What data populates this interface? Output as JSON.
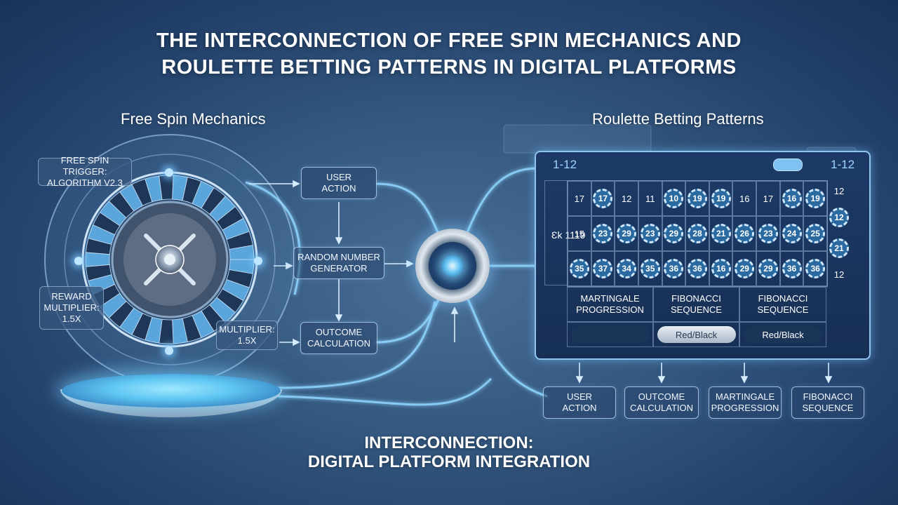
{
  "title": {
    "line1": "THE INTERCONNECTION OF FREE SPIN MECHANICS AND",
    "line2": "ROULETTE BETTING PATTERNS IN DIGITAL PLATFORMS"
  },
  "left_section": {
    "title": "Free Spin Mechanics",
    "trigger_label": {
      "line1": "FREE SPIN TRIGGER:",
      "line2": "ALGORITHM v2.3"
    },
    "reward_label": {
      "line1": "REWARD",
      "line2": "MULTIPLIER:",
      "line3": "1.5x"
    },
    "multiplier_label": {
      "line1": "MULTIPLIER:",
      "line2": "1.5x"
    }
  },
  "flow": {
    "user_action": {
      "line1": "USER",
      "line2": "ACTION"
    },
    "rng": {
      "line1": "RANDOM NUMBER",
      "line2": "GENERATOR"
    },
    "outcome": {
      "line1": "OUTCOME",
      "line2": "CALCULATION"
    }
  },
  "right_section": {
    "title": "Roulette Betting Patterns",
    "corner_left": "1-12",
    "corner_right": "1-12",
    "strip_label": "Ɛk 1119",
    "grid": [
      [
        {
          "t": "17",
          "c": false
        },
        {
          "t": "17",
          "c": true
        },
        {
          "t": "12",
          "c": false
        },
        {
          "t": "11",
          "c": false
        },
        {
          "t": "10",
          "c": true
        },
        {
          "t": "19",
          "c": true
        },
        {
          "t": "19",
          "c": true
        },
        {
          "t": "16",
          "c": false
        },
        {
          "t": "17",
          "c": false
        },
        {
          "t": "16",
          "c": true
        },
        {
          "t": "19",
          "c": true
        }
      ],
      [
        {
          "t": "15",
          "c": false
        },
        {
          "t": "23",
          "c": true
        },
        {
          "t": "29",
          "c": true
        },
        {
          "t": "23",
          "c": true
        },
        {
          "t": "29",
          "c": true
        },
        {
          "t": "28",
          "c": true
        },
        {
          "t": "21",
          "c": true
        },
        {
          "t": "26",
          "c": true
        },
        {
          "t": "23",
          "c": true
        },
        {
          "t": "24",
          "c": true
        },
        {
          "t": "25",
          "c": true
        }
      ],
      [
        {
          "t": "35",
          "c": true
        },
        {
          "t": "37",
          "c": true
        },
        {
          "t": "34",
          "c": true
        },
        {
          "t": "35",
          "c": true
        },
        {
          "t": "36",
          "c": true
        },
        {
          "t": "36",
          "c": true
        },
        {
          "t": "16",
          "c": true
        },
        {
          "t": "29",
          "c": true
        },
        {
          "t": "29",
          "c": true
        },
        {
          "t": "36",
          "c": true
        },
        {
          "t": "36",
          "c": true
        }
      ]
    ],
    "side_column": [
      {
        "t": "12",
        "c": false
      },
      {
        "t": "12",
        "c": true
      },
      {
        "t": "21",
        "c": true
      },
      {
        "t": "12",
        "c": false
      }
    ],
    "bet_headers": [
      {
        "line1": "MARTINGALE",
        "line2": "PROGRESSION"
      },
      {
        "line1": "FIBONACCI",
        "line2": "SEQUENCE"
      },
      {
        "line1": "FIBONACCI",
        "line2": "SEQUENCE"
      }
    ],
    "bet_values": [
      "",
      "Red/Black",
      "Red/Black"
    ]
  },
  "bottom_boxes": [
    {
      "line1": "USER",
      "line2": "ACTION"
    },
    {
      "line1": "OUTCOME",
      "line2": "CALCULATION"
    },
    {
      "line1": "MARTINGALE",
      "line2": "PROGRESSION"
    },
    {
      "line1": "FIBONACCI",
      "line2": "SEQUENCE"
    }
  ],
  "bottom_title": {
    "line1": "INTERCONNECTION:",
    "line2": "DIGITAL PLATFORM INTEGRATION"
  },
  "colors": {
    "glow": "#7fd0ff",
    "panel_border": "#8fc3f0",
    "wheel_blue": "#5aa6dc",
    "wheel_dark": "#1e3658"
  }
}
